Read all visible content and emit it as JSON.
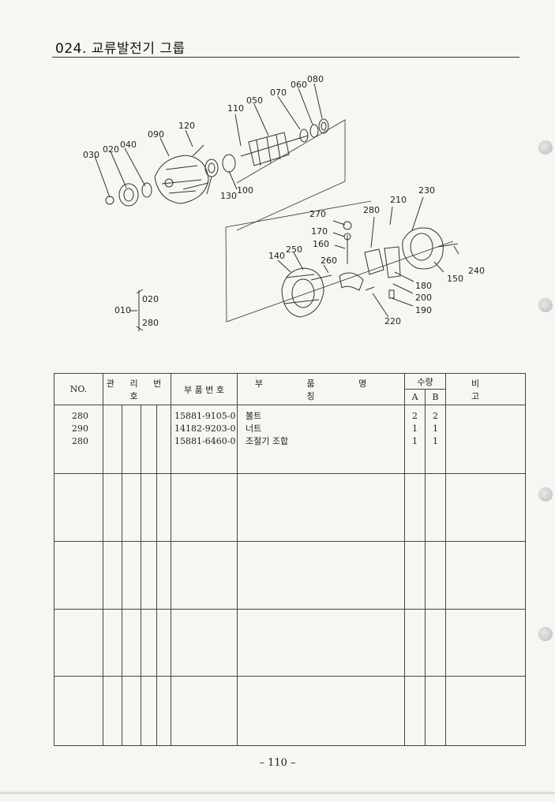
{
  "page": {
    "title": "024. 교류발전기 그룹",
    "page_number": "– 110 –"
  },
  "diagram": {
    "callouts": [
      "010",
      "020",
      "030",
      "040",
      "050",
      "060",
      "070",
      "080",
      "090",
      "100",
      "110",
      "120",
      "130",
      "140",
      "150",
      "160",
      "170",
      "180",
      "190",
      "200",
      "210",
      "220",
      "230",
      "240",
      "250",
      "260",
      "270",
      "280"
    ],
    "assembly_ref": {
      "id": "010",
      "upper": "020",
      "lower": "280"
    }
  },
  "table": {
    "headers": {
      "no": "NO.",
      "mgmt": "관 리 번 호",
      "part_number": "부 품 번 호",
      "part_name": "부 품 명 칭",
      "quantity": "수량",
      "qty_a": "A",
      "qty_b": "B",
      "remarks": "비 고"
    },
    "rows": [
      {
        "no": "280",
        "part_number": "15881-9105-0",
        "name": "볼트",
        "qty_a": "2",
        "qty_b": "2"
      },
      {
        "no": "290",
        "part_number": "14182-9203-0",
        "name": "너트",
        "qty_a": "1",
        "qty_b": "1"
      },
      {
        "no": "280",
        "part_number": "15881-6460-0",
        "name": "조절기 조합",
        "qty_a": "1",
        "qty_b": "1"
      }
    ]
  }
}
